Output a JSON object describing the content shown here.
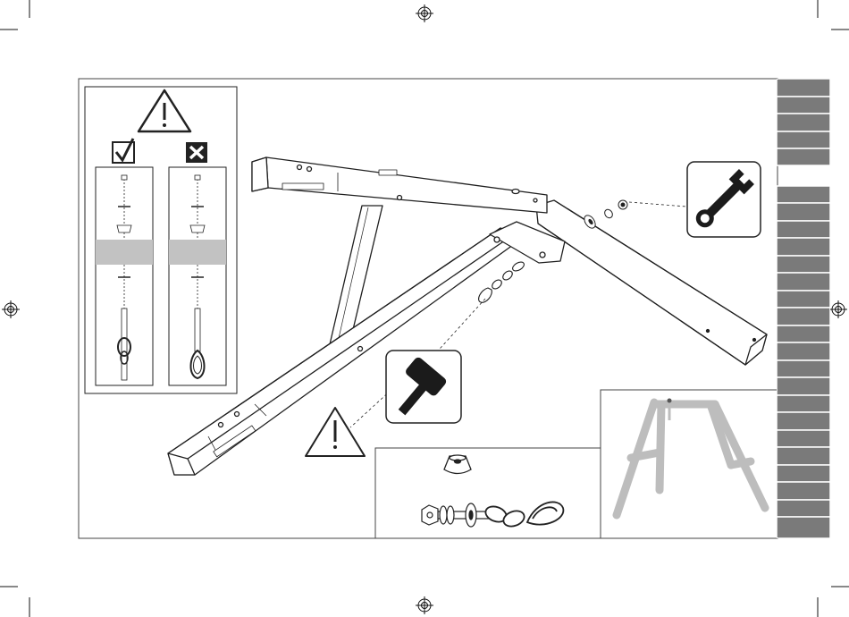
{
  "sheet": {
    "registration_marks": [
      "registration-mark-top",
      "registration-mark-left",
      "registration-mark-right",
      "registration-mark-bottom"
    ]
  },
  "warning_panel": {
    "warning_icon": "warning-triangle-icon",
    "correct_icon": "check-box-icon",
    "incorrect_icon": "cross-box-icon",
    "correct_label": "",
    "incorrect_label": ""
  },
  "tools": {
    "wrench_icon": "wrench-icon",
    "mallet_icon": "mallet-icon",
    "warning_icon": "warning-triangle-icon"
  },
  "parts_panel": {
    "items": [
      "cup-washer",
      "eye-bolt-with-washers",
      "chain-link",
      "snap-hook"
    ]
  },
  "overview_panel": {
    "icon": "swing-frame-overview"
  },
  "colors": {
    "line": "#1f1f1f",
    "tab_gray": "#7a7a7a",
    "overview_gray": "#bdbdbd",
    "band_gray": "#c2c2c2"
  }
}
